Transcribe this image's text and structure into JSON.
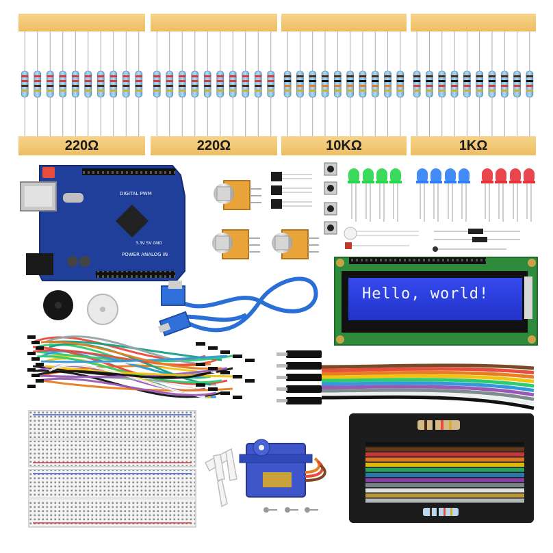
{
  "image": {
    "subject": "Arduino electronics starter kit components on white background"
  },
  "resistors": {
    "groups": [
      {
        "label": "220Ω"
      },
      {
        "label": "220Ω"
      },
      {
        "label": "10KΩ"
      },
      {
        "label": "1KΩ"
      }
    ]
  },
  "lcd": {
    "text": "Hello, world!"
  },
  "colors": {
    "tape": "#f3c873",
    "board": "#1f3f9a",
    "lcd_screen": "#2c3fe0",
    "lcd_pcb": "#2e8b3c",
    "breadboard": "#f1f1f1",
    "servo": "#3e56c9"
  }
}
